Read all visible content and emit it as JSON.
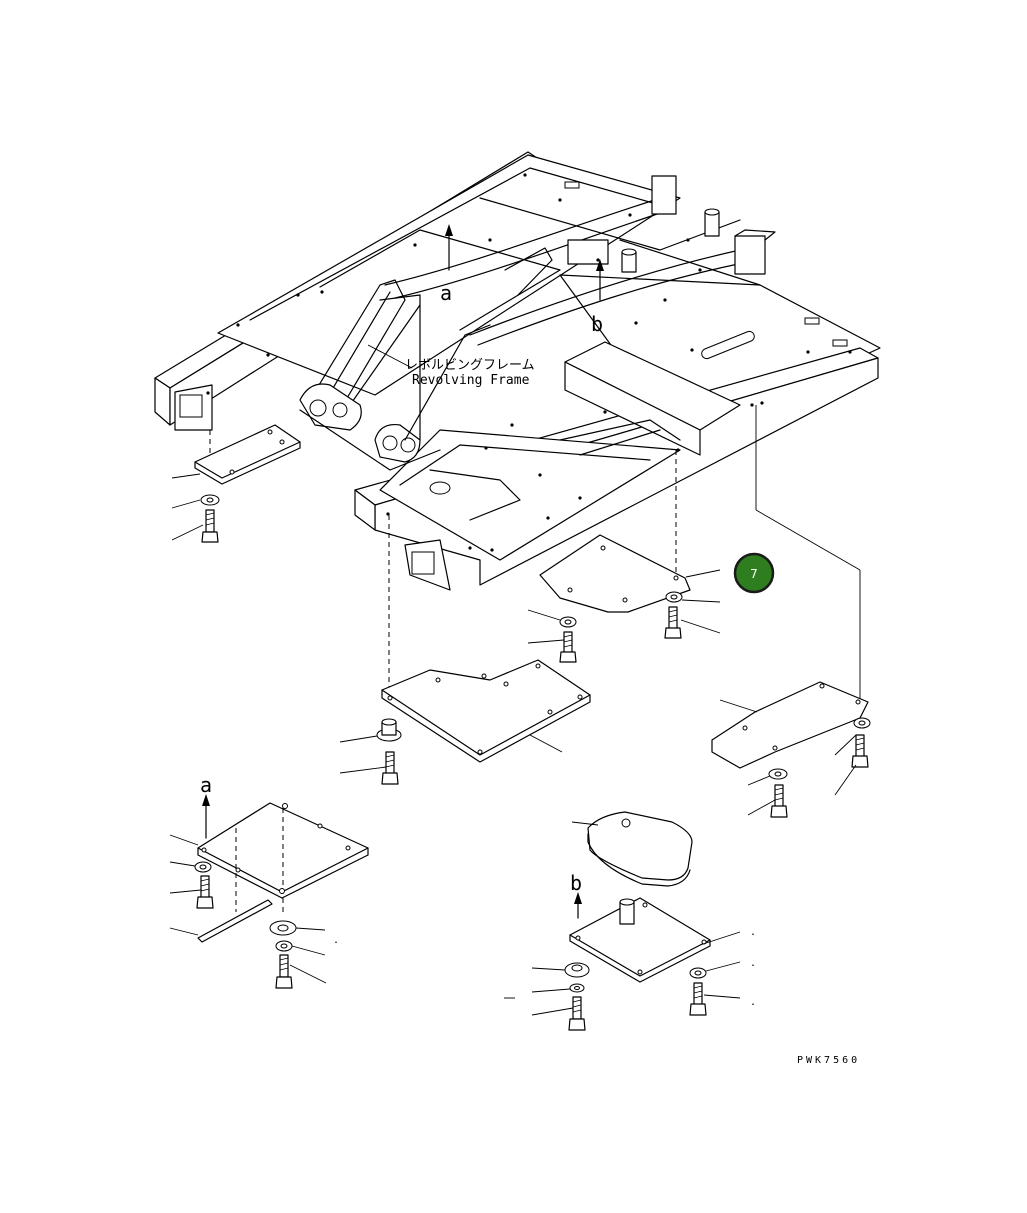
{
  "frame_label_jp": "レボルビングフレーム",
  "frame_label_en": "Revolving Frame",
  "view_marker_a": "a",
  "view_marker_b": "b",
  "part_badge": "7",
  "badge_color": "#2e7d1e",
  "drawing_code": "PWK7560"
}
